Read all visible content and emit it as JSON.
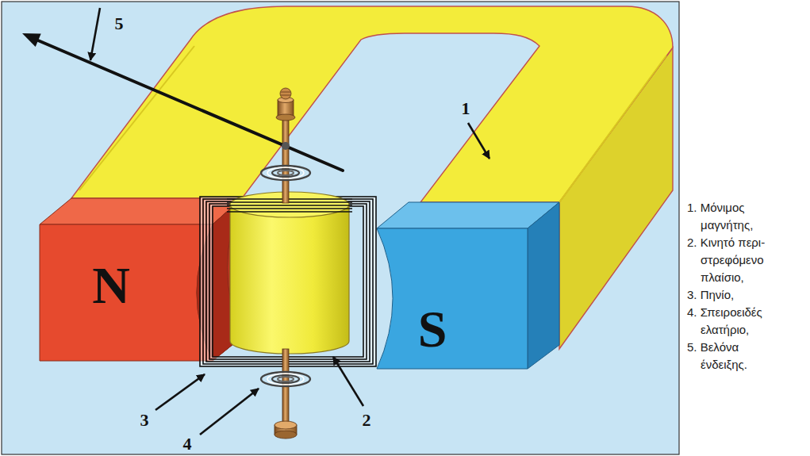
{
  "diagram": {
    "nodes": [
      {
        "text": [
          "N"
        ]
      },
      {
        "text": [
          "S"
        ]
      }
    ],
    "labels": [
      "5",
      "1",
      "1. Μόνιμος μαγνήτης,",
      "2. Κινητό περι- στρεφόμενο πλαίσιο,",
      "3. Πηνίο,",
      "4. Σπειροειδές ελατήριο,",
      "5. Βελόνα ένδειξης.",
      "3",
      "2",
      "4"
    ]
  }
}
